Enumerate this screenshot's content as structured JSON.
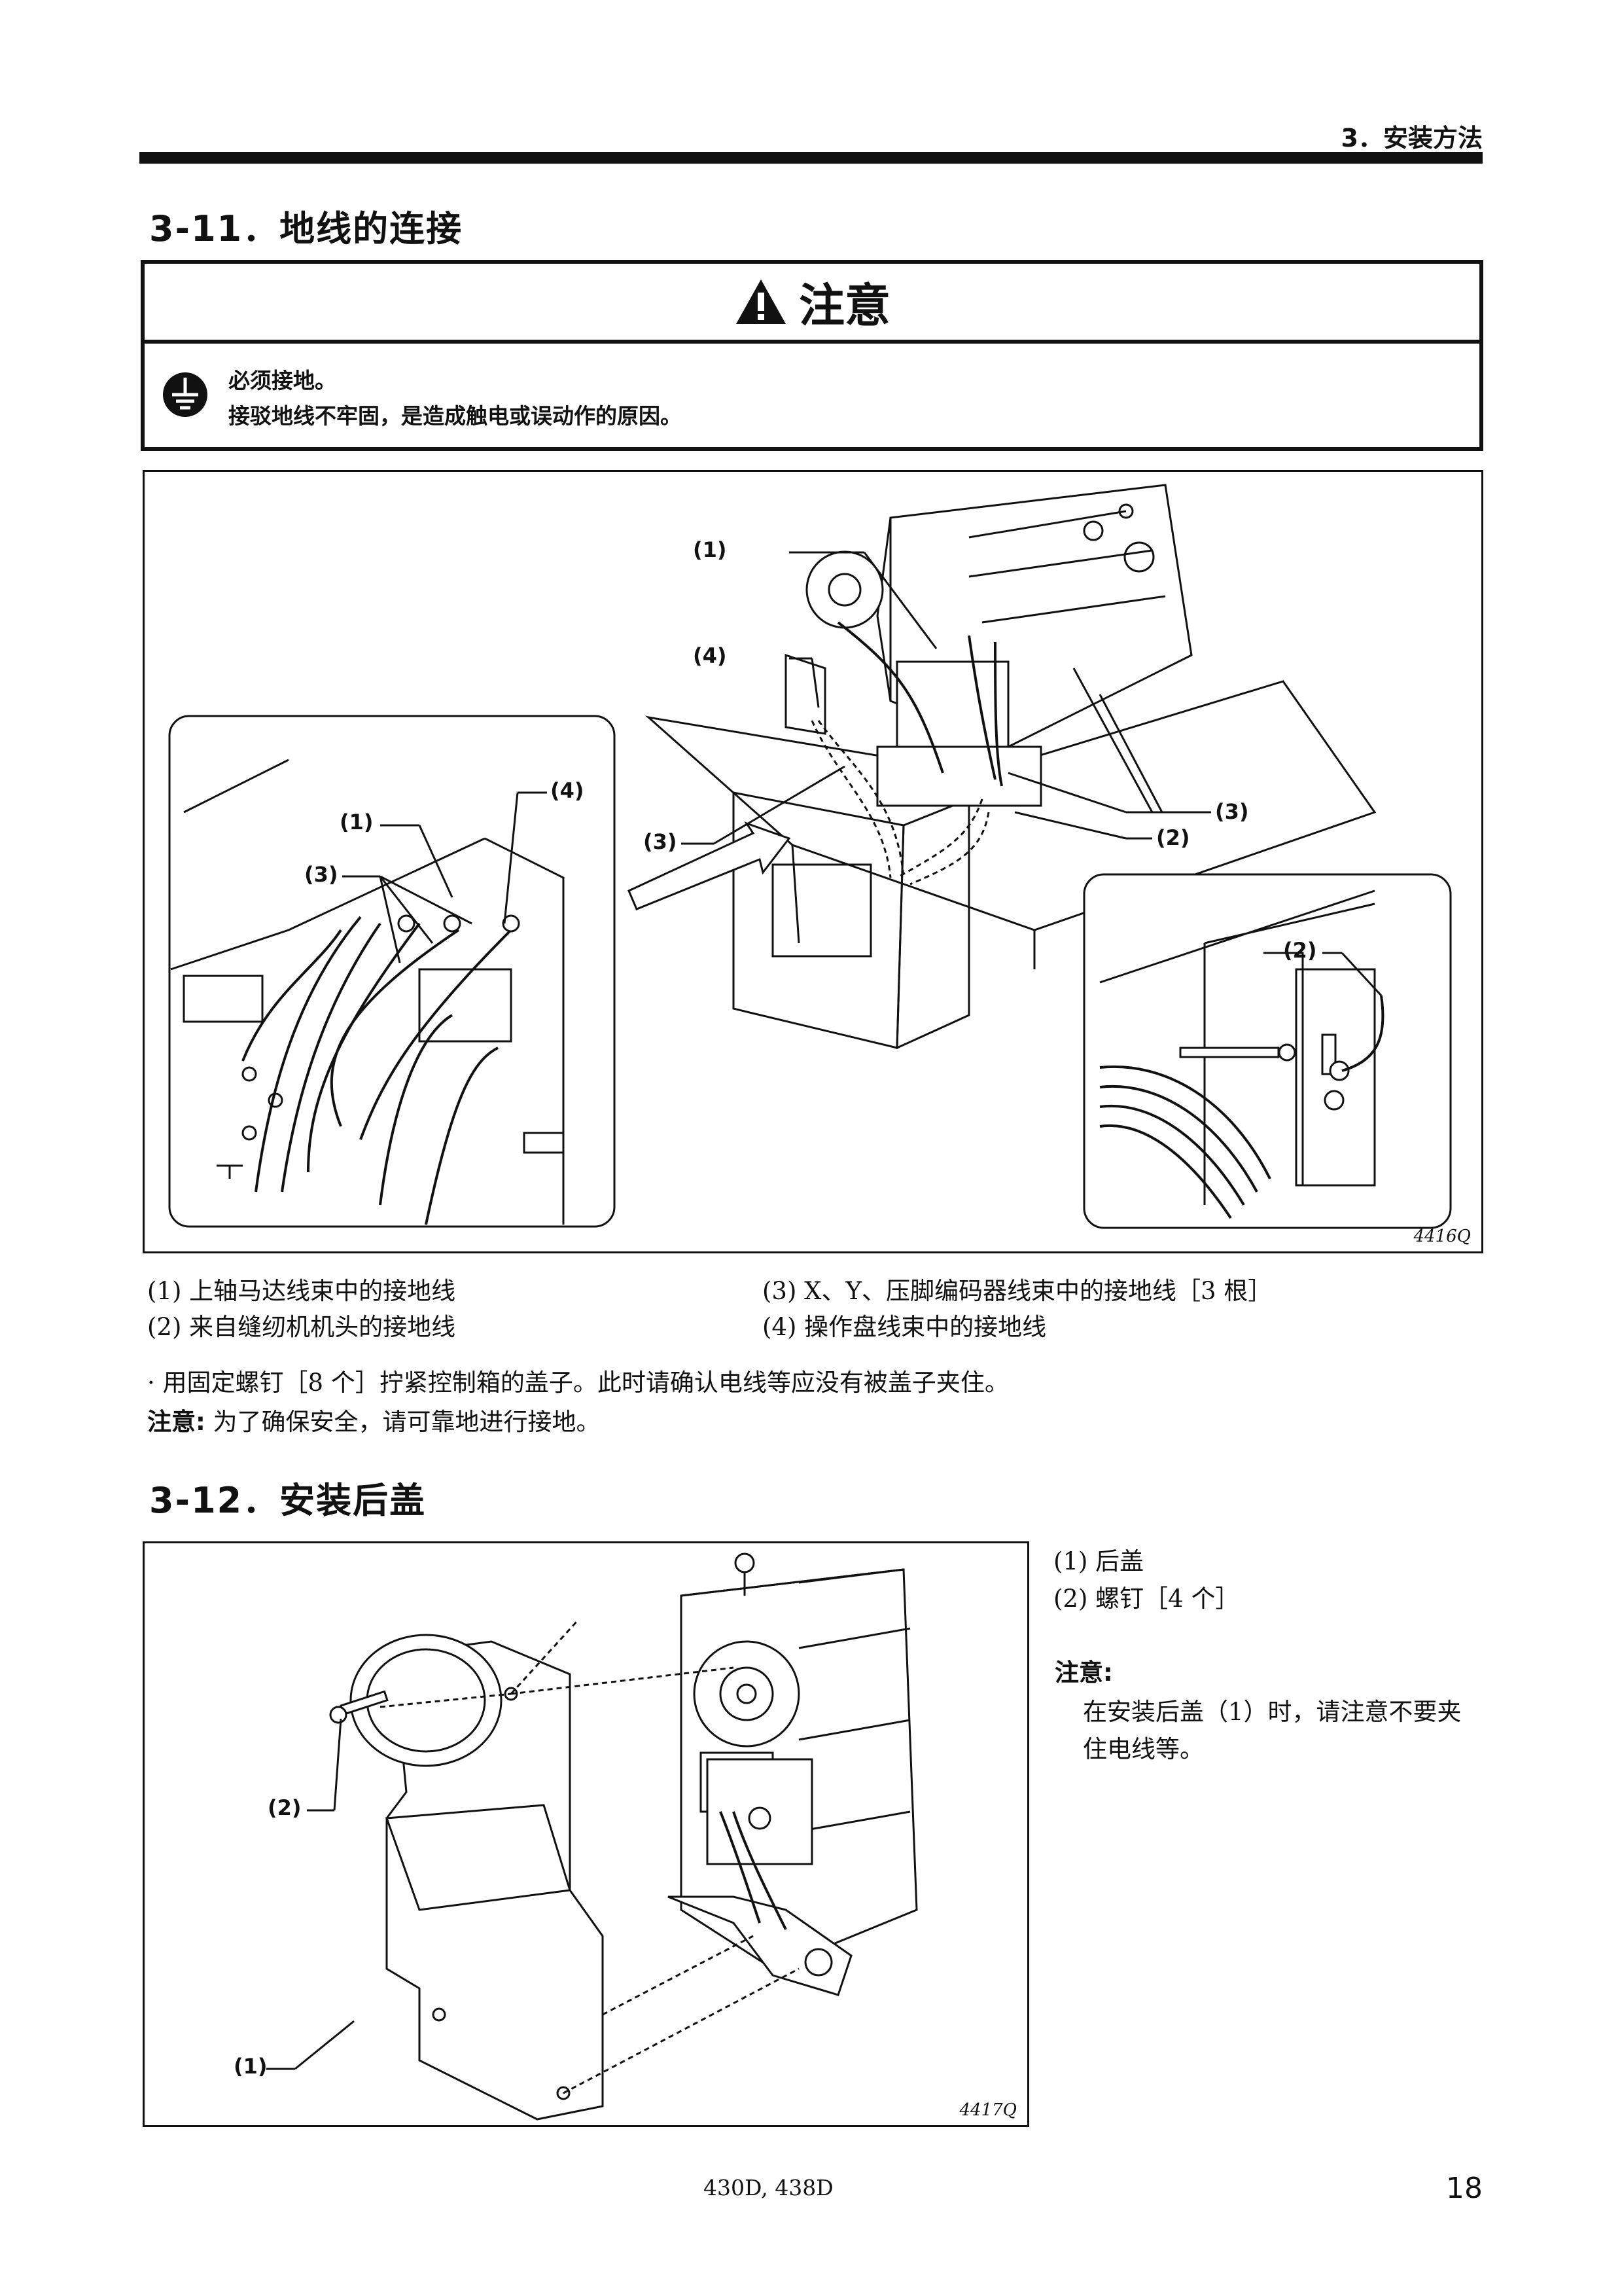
{
  "header": {
    "chapter": "3．安装方法"
  },
  "section_11": {
    "title": "3-11．地线的连接",
    "caution": {
      "heading": "注意",
      "line1": "必须接地。",
      "line2": "接驳地线不牢固，是造成触电或误动作的原因。"
    },
    "figure": {
      "code": "4416Q",
      "callouts": [
        "(1)",
        "(2)",
        "(3)",
        "(4)"
      ]
    },
    "legend": [
      "(1) 上轴马达线束中的接地线",
      "(2) 来自缝纫机机头的接地线",
      "(3) X、Y、压脚编码器线束中的接地线［3 根］",
      "(4) 操作盘线束中的接地线"
    ],
    "instruction": "·  用固定螺钉［8 个］拧紧控制箱的盖子。此时请确认电线等应没有被盖子夹住。",
    "note_label": "注意:",
    "note_text": "为了确保安全，请可靠地进行接地。"
  },
  "section_12": {
    "title": "3-12．安装后盖",
    "figure": {
      "code": "4417Q",
      "callouts": [
        "(1)",
        "(2)"
      ]
    },
    "legend": [
      "(1) 后盖",
      "(2) 螺钉［4 个］"
    ],
    "note_label": "注意:",
    "note_line1": "在安装后盖（1）时，请注意不要夹",
    "note_line2": "住电线等。"
  },
  "footer": {
    "model": "430D, 438D",
    "page": "18"
  },
  "icons": [
    "warning-triangle-icon",
    "ground-symbol-icon"
  ]
}
